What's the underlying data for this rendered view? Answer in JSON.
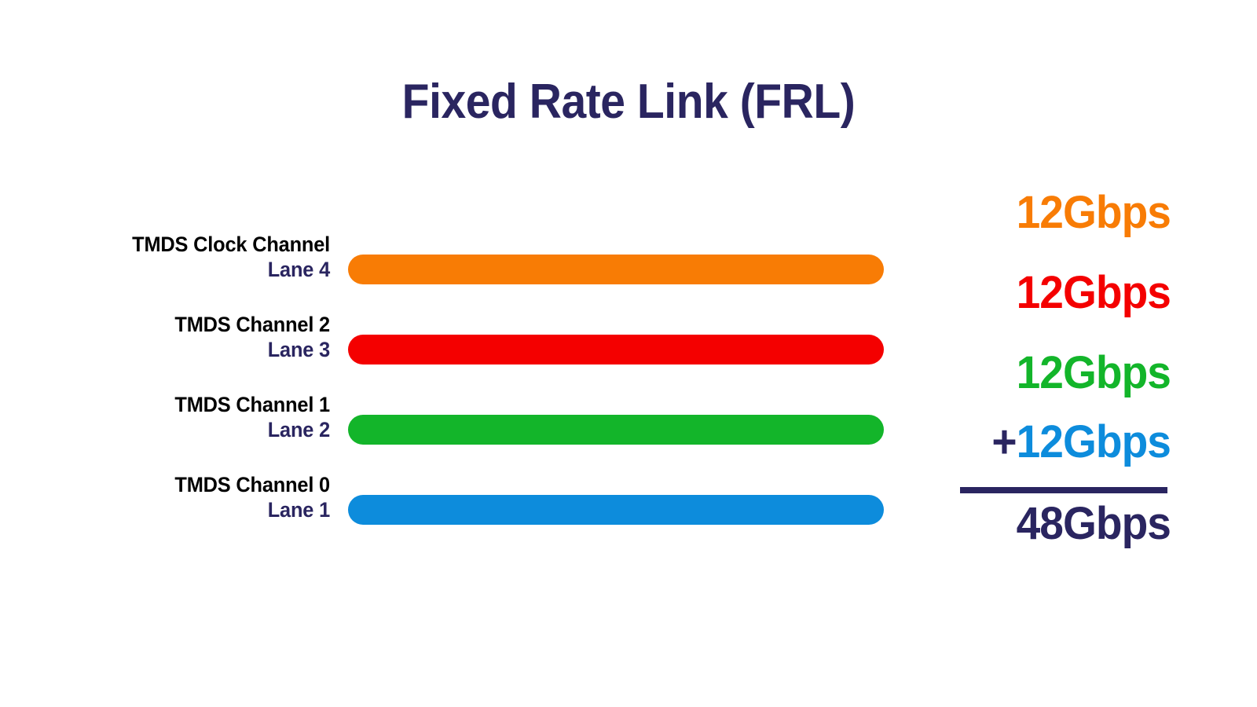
{
  "title": "Fixed Rate Link (FRL)",
  "colors": {
    "navy": "#2A2560",
    "orange": "#F87C05",
    "red": "#F40000",
    "green": "#13B52A",
    "blue": "#0D8CDC",
    "background": "#FFFFFF"
  },
  "lanes": [
    {
      "channel": "TMDS Clock Channel",
      "lane": "Lane 4",
      "color": "#F87C05",
      "rate": "12Gbps"
    },
    {
      "channel": "TMDS Channel 2",
      "lane": "Lane 3",
      "color": "#F40000",
      "rate": "12Gbps"
    },
    {
      "channel": "TMDS Channel 1",
      "lane": "Lane 2",
      "color": "#13B52A",
      "rate": "12Gbps"
    },
    {
      "channel": "TMDS Channel 0",
      "lane": "Lane 1",
      "color": "#0D8CDC",
      "rate": "12Gbps"
    }
  ],
  "totals": {
    "rows": [
      {
        "prefix": "",
        "value": "12Gbps",
        "color": "#F87C05"
      },
      {
        "prefix": "",
        "value": "12Gbps",
        "color": "#F40000"
      },
      {
        "prefix": "",
        "value": "12Gbps",
        "color": "#13B52A"
      },
      {
        "prefix": "+",
        "value": "12Gbps",
        "color": "#0D8CDC"
      }
    ],
    "sum": {
      "value": "48Gbps",
      "color": "#2A2560"
    }
  }
}
